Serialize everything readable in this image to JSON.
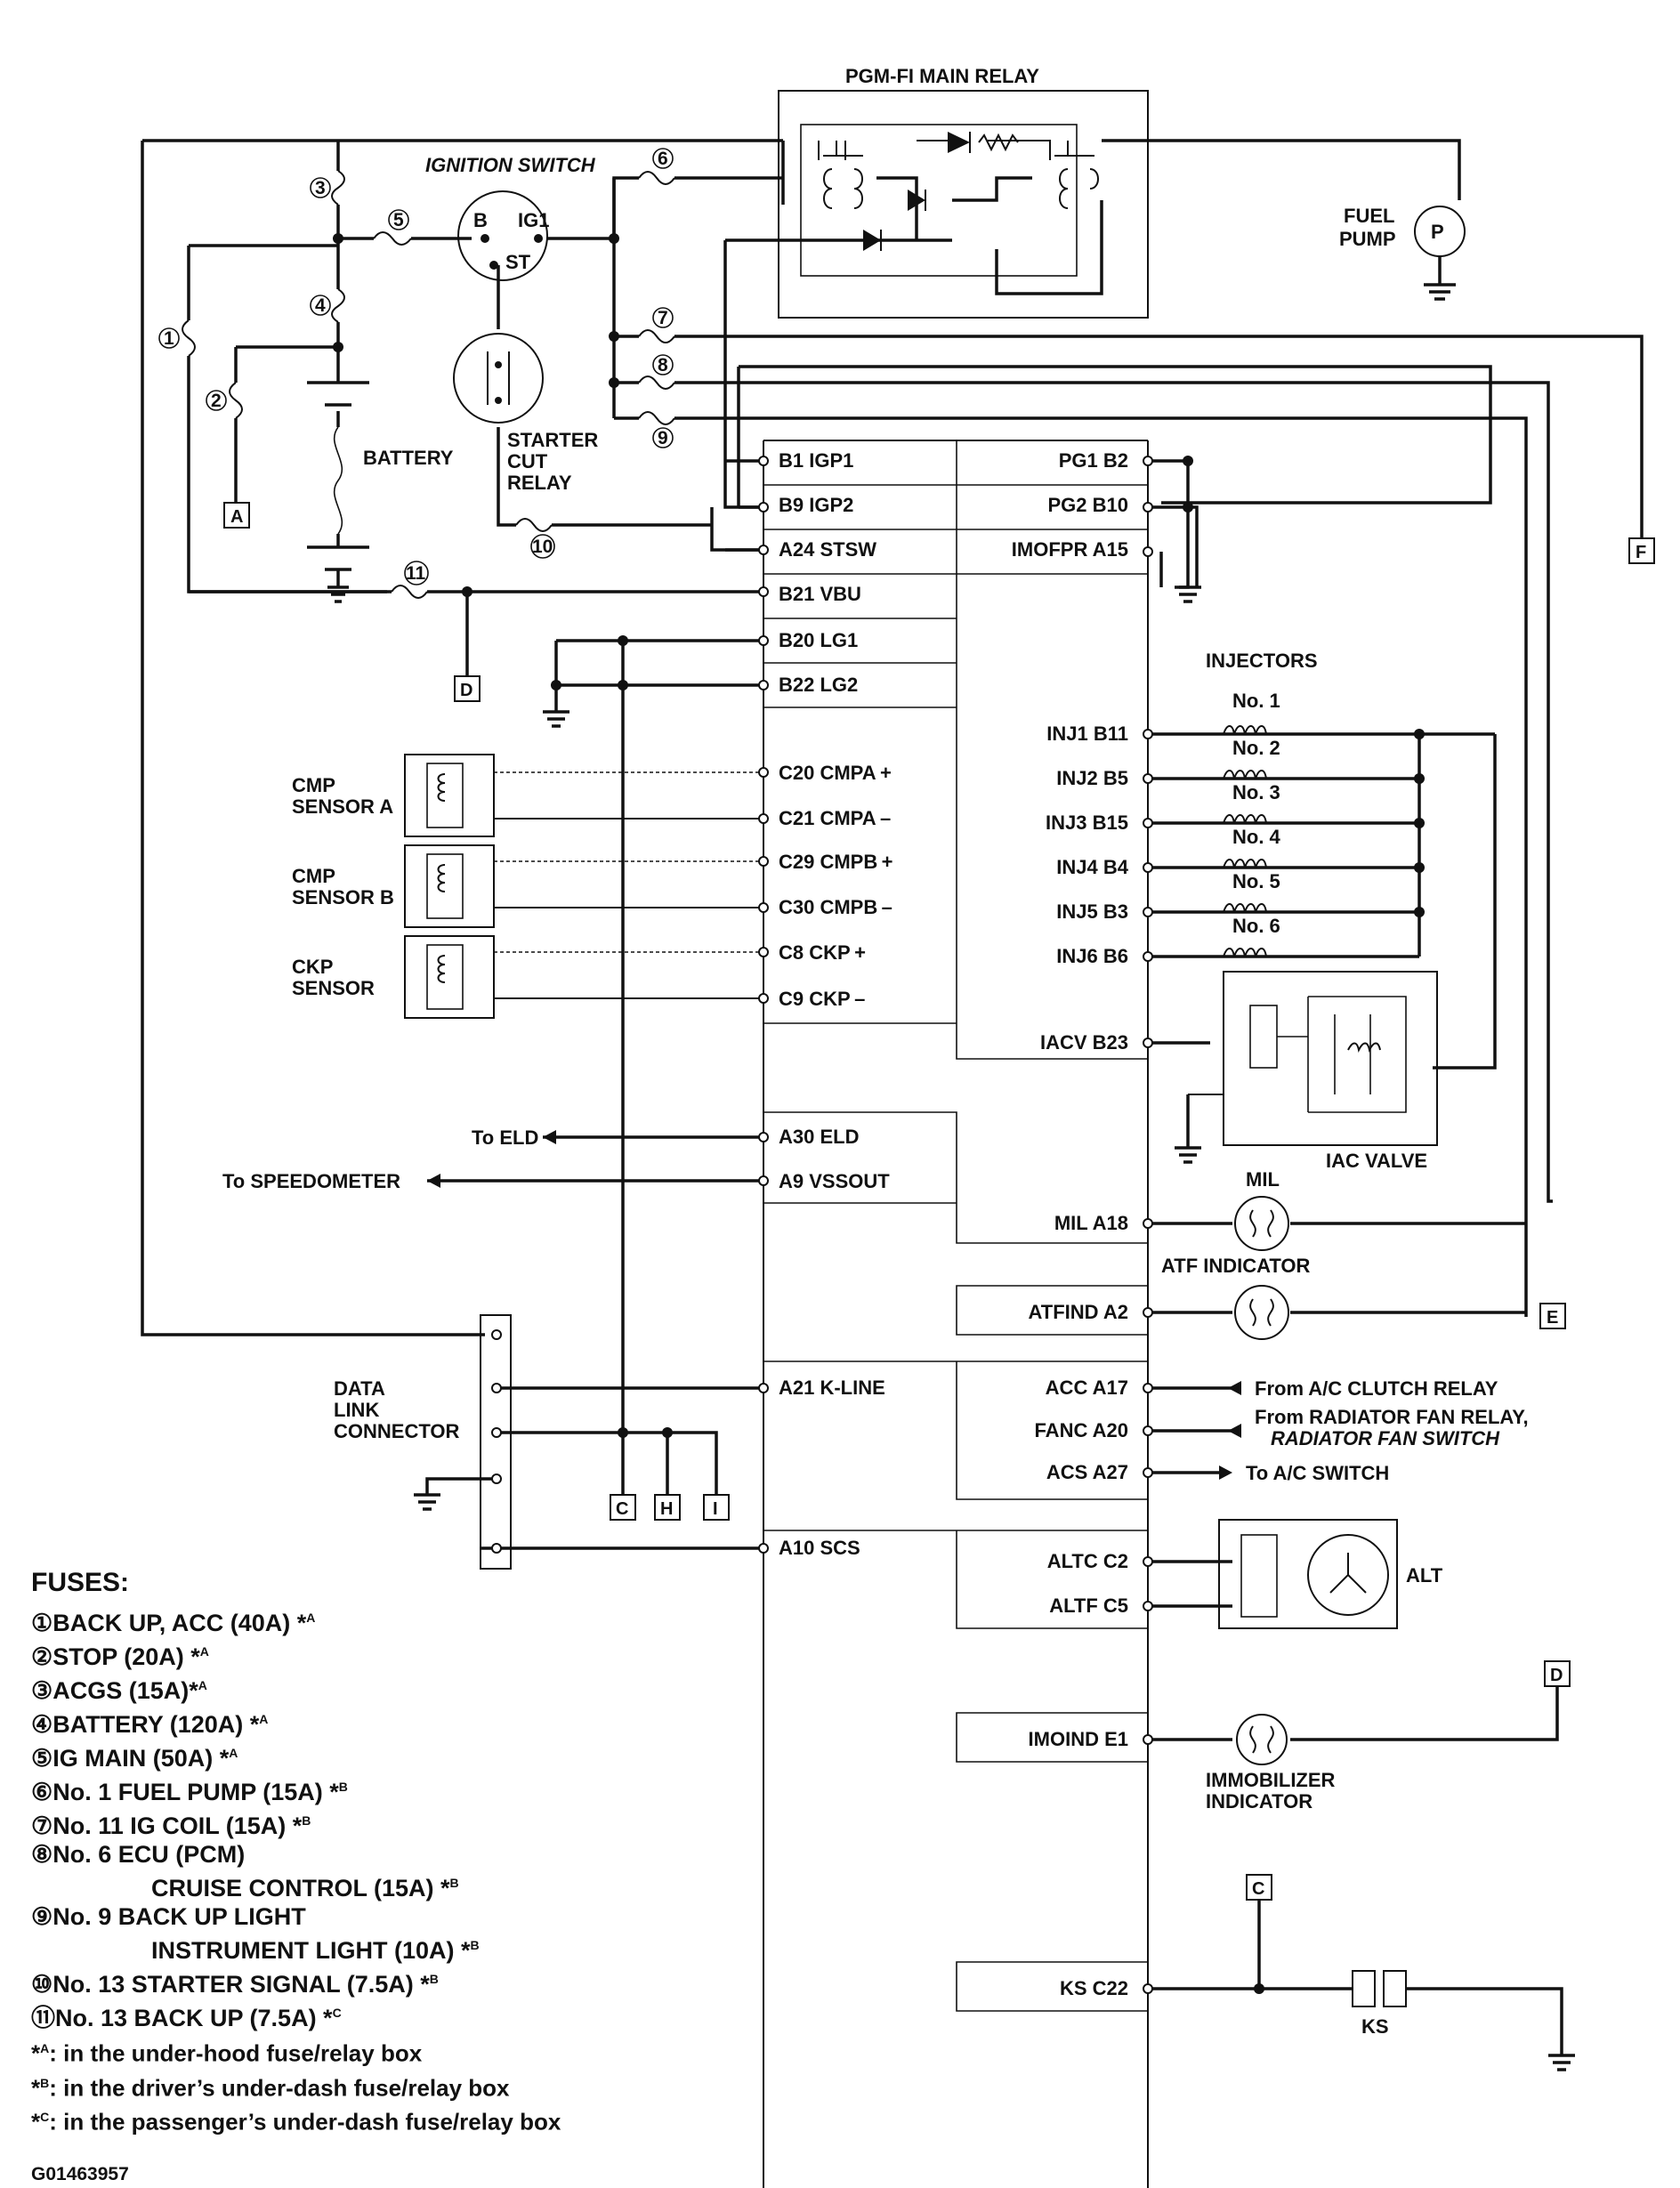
{
  "relay": {
    "title": "PGM-FI MAIN RELAY"
  },
  "ignition": {
    "title": "IGNITION SWITCH",
    "b": "B",
    "ig1": "IG1",
    "st": "ST"
  },
  "battery": {
    "label": "BATTERY"
  },
  "starter_cut": {
    "line1": "STARTER",
    "line2": "CUT",
    "line3": "RELAY"
  },
  "fuel_pump": {
    "line1": "FUEL",
    "line2": "PUMP",
    "symbol": "P"
  },
  "fuse_numbers": [
    "1",
    "2",
    "3",
    "4",
    "5",
    "6",
    "7",
    "8",
    "9",
    "10",
    "11"
  ],
  "ecu_left_pins": [
    "B1 IGP1",
    "B9 IGP2",
    "A24 STSW",
    "B21 VBU",
    "B20 LG1",
    "B22 LG2",
    "C20 CMPA +",
    "C21 CMPA –",
    "C29 CMPB +",
    "C30 CMPB –",
    "C8 CKP +",
    "C9 CKP –",
    "A30 ELD",
    "A9 VSSOUT",
    "A21 K-LINE",
    "A10 SCS"
  ],
  "ecu_right_pins": [
    "PG1 B2",
    "PG2 B10",
    "IMOFPR A15",
    "INJ1 B11",
    "INJ2 B5",
    "INJ3 B15",
    "INJ4 B4",
    "INJ5 B3",
    "INJ6 B6",
    "IACV B23",
    "MIL A18",
    "ATFIND A2",
    "ACC A17",
    "FANC A20",
    "ACS A27",
    "ALTC C2",
    "ALTF C5",
    "IMOIND E1",
    "KS C22"
  ],
  "sensors": {
    "cmp_a": {
      "line1": "CMP",
      "line2": "SENSOR A"
    },
    "cmp_b": {
      "line1": "CMP",
      "line2": "SENSOR B"
    },
    "ckp": {
      "line1": "CKP",
      "line2": "SENSOR"
    }
  },
  "injectors": {
    "title": "INJECTORS",
    "items": [
      "No. 1",
      "No. 2",
      "No. 3",
      "No. 4",
      "No. 5",
      "No. 6"
    ]
  },
  "iac_valve": {
    "label": "IAC VALVE"
  },
  "mil": {
    "label": "MIL"
  },
  "atf": {
    "label": "ATF INDICATOR"
  },
  "alt": {
    "label": "ALT"
  },
  "immobilizer": {
    "line1": "IMMOBILIZER",
    "line2": "INDICATOR"
  },
  "ks": {
    "label": "KS"
  },
  "dlc": {
    "line1": "DATA",
    "line2": "LINK",
    "line3": "CONNECTOR"
  },
  "signals": {
    "to_eld": "To ELD",
    "to_speedometer": "To SPEEDOMETER",
    "from_ac_clutch": "From A/C CLUTCH RELAY",
    "from_rad_fan_1": "From RADIATOR FAN RELAY,",
    "from_rad_fan_2": "RADIATOR FAN SWITCH",
    "to_ac_switch": "To A/C SWITCH"
  },
  "connectors": {
    "a": "A",
    "b_d": "D",
    "c": "C",
    "e": "E",
    "f": "F",
    "h": "H",
    "i": "I"
  },
  "fuses": {
    "title": "FUSES:",
    "items": [
      {
        "num": "①",
        "text": "BACK UP, ACC (40A) *",
        "sup": "A"
      },
      {
        "num": "②",
        "text": "STOP (20A) *",
        "sup": "A"
      },
      {
        "num": "③",
        "text": "ACGS (15A)*",
        "sup": "A"
      },
      {
        "num": "④",
        "text": "BATTERY (120A) *",
        "sup": "A"
      },
      {
        "num": "⑤",
        "text": "IG MAIN (50A) *",
        "sup": "A"
      },
      {
        "num": "⑥",
        "text": "No. 1 FUEL PUMP (15A) *",
        "sup": "B"
      },
      {
        "num": "⑦",
        "text": "No. 11 IG COIL (15A) *",
        "sup": "B"
      },
      {
        "num": "⑧",
        "text": "No. 6  ECU (PCM)",
        "sup": ""
      },
      {
        "num": "",
        "text": "CRUISE CONTROL (15A) *",
        "sup": "B"
      },
      {
        "num": "⑨",
        "text": "No. 9 BACK UP LIGHT",
        "sup": ""
      },
      {
        "num": "",
        "text": "INSTRUMENT LIGHT (10A) *",
        "sup": "B"
      },
      {
        "num": "⑩",
        "text": "No. 13 STARTER SIGNAL (7.5A) *",
        "sup": "B"
      },
      {
        "num": "⑪",
        "text": "No. 13 BACK UP (7.5A) *",
        "sup": "C"
      }
    ]
  },
  "notes": [
    {
      "sup": "A",
      "text": ": in the under-hood fuse/relay box"
    },
    {
      "sup": "B",
      "text": ": in the driver’s under-dash fuse/relay box"
    },
    {
      "sup": "C",
      "text": ": in the passenger’s under-dash fuse/relay box"
    }
  ],
  "figure_id": "G01463957"
}
